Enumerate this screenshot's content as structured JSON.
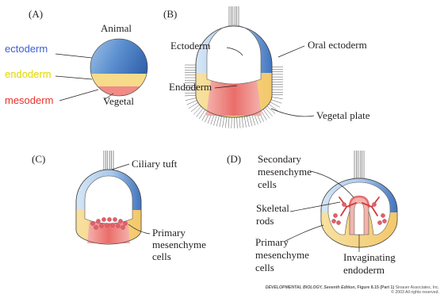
{
  "panels": {
    "a": {
      "letter": "(A)",
      "animal": "Animal",
      "vegetal": "Vegetal",
      "ectoderm": "ectoderm",
      "endoderm": "endoderm",
      "mesoderm": "mesoderm"
    },
    "b": {
      "letter": "(B)",
      "ectoderm": "Ectoderm",
      "oral_ectoderm": "Oral ectoderm",
      "endoderm": "Endoderm",
      "vegetal_plate": "Vegetal plate"
    },
    "c": {
      "letter": "(C)",
      "ciliary_tuft": "Ciliary tuft",
      "primary_mesenchyme": [
        "Primary",
        "mesenchyme",
        "cells"
      ]
    },
    "d": {
      "letter": "(D)",
      "secondary_mesenchyme": [
        "Secondary",
        "mesenchyme",
        "cells"
      ],
      "skeletal_rods": [
        "Skeletal",
        "rods"
      ],
      "primary_mesenchyme": [
        "Primary",
        "mesenchyme",
        "cells"
      ],
      "invaginating": [
        "Invaginating",
        "endoderm"
      ]
    }
  },
  "credit": {
    "book": "DEVELOPMENTAL BIOLOGY, Seventh Edition,",
    "figure": "Figure 8.15 (Part 1)",
    "publisher": "Sinauer Associates, Inc.",
    "rights": "© 2003 All rights reserved."
  },
  "colors": {
    "ectoderm_label": "#3b5fd6",
    "endoderm_label": "#f2ea2b",
    "mesoderm_label": "#e8312b",
    "ectoderm_fill": "#5b8fcf",
    "endoderm_fill": "#f6dc8a",
    "mesoderm_fill": "#ee7b78",
    "cell_dots": "#e0606a"
  }
}
